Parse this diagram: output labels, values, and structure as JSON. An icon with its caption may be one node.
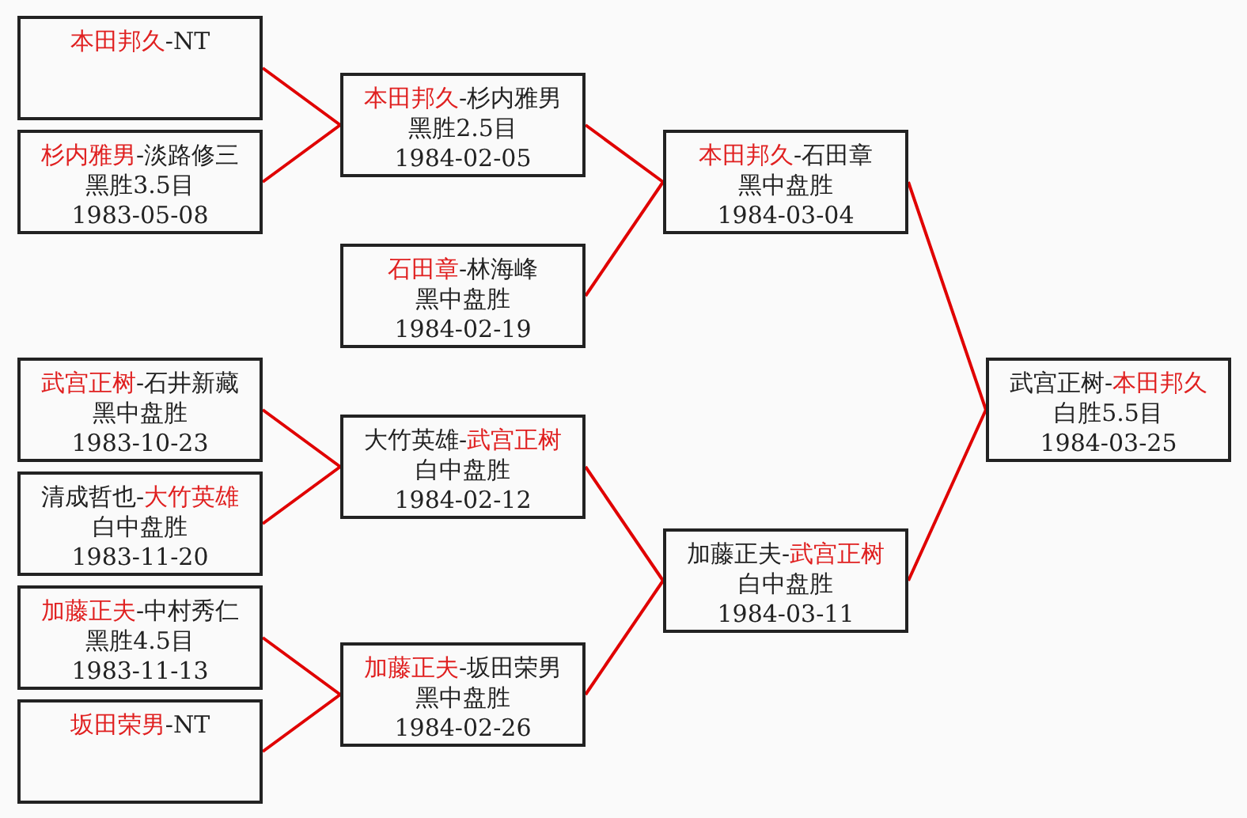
{
  "diagram": {
    "nodes": [
      {
        "text": [
          "*本田邦久*-NT"
        ]
      },
      {
        "text": [
          "*杉内雅男*-淡路修三",
          "黑胜3.5目",
          "1983-05-08"
        ]
      },
      {
        "text": [
          "*本田邦久*-杉内雅男",
          "黑胜2.5目",
          "1984-02-05"
        ]
      },
      {
        "text": [
          "*石田章*-林海峰",
          "黑中盘胜",
          "1984-02-19"
        ]
      },
      {
        "text": [
          "*本田邦久*-石田章",
          "黑中盘胜",
          "1984-03-04"
        ]
      },
      {
        "text": [
          "*武宫正树*-石井新藏",
          "黑中盘胜",
          "1983-10-23"
        ]
      },
      {
        "text": [
          "清成哲也-*大竹英雄*",
          "白中盘胜",
          "1983-11-20"
        ]
      },
      {
        "text": [
          "大竹英雄-*武宫正树*",
          "白中盘胜",
          "1984-02-12"
        ]
      },
      {
        "text": [
          "*加藤正夫*-中村秀仁",
          "黑胜4.5目",
          "1983-11-13"
        ]
      },
      {
        "text": [
          "*坂田荣男*-NT"
        ]
      },
      {
        "text": [
          "*加藤正夫*-坂田荣男",
          "黑中盘胜",
          "1984-02-26"
        ]
      },
      {
        "text": [
          "加藤正夫-*武宫正树*",
          "白中盘胜",
          "1984-03-11"
        ]
      },
      {
        "text": [
          "武宫正树-*本田邦久*",
          "白胜5.5目",
          "1984-03-25"
        ]
      }
    ],
    "edges": [
      {
        "from": 0,
        "to": 2,
        "arrow": "none"
      },
      {
        "from": 1,
        "to": 2,
        "arrow": "none"
      },
      {
        "from": 2,
        "to": 4,
        "arrow": "none"
      },
      {
        "from": 3,
        "to": 4,
        "arrow": "none"
      },
      {
        "from": 5,
        "to": 7,
        "arrow": "none"
      },
      {
        "from": 6,
        "to": 7,
        "arrow": "none"
      },
      {
        "from": 7,
        "to": 11,
        "arrow": "none"
      },
      {
        "from": 8,
        "to": 10,
        "arrow": "none"
      },
      {
        "from": 9,
        "to": 10,
        "arrow": "none"
      },
      {
        "from": 10,
        "to": 11,
        "arrow": "none"
      },
      {
        "from": 4,
        "to": 12,
        "arrow": "none"
      },
      {
        "from": 11,
        "to": 12,
        "arrow": "none"
      }
    ]
  }
}
